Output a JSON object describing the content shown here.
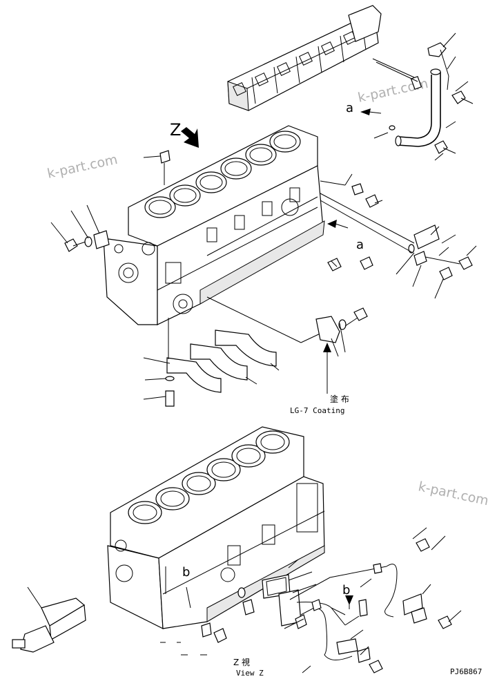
{
  "labels": {
    "view_letter": "Z",
    "ref_a_1": "a",
    "ref_a_2": "a",
    "ref_b_1": "b",
    "ref_b_2": "b",
    "coating_jp": "塗 布",
    "coating_en": "LG-7 Coating",
    "view_jp": "Z 視",
    "view_en": "View Z",
    "drawing_code": "PJ6B867"
  },
  "watermarks": {
    "wm_1": "k-part.com",
    "wm_2": "k-part.com",
    "wm_3": "k-part.com"
  }
}
